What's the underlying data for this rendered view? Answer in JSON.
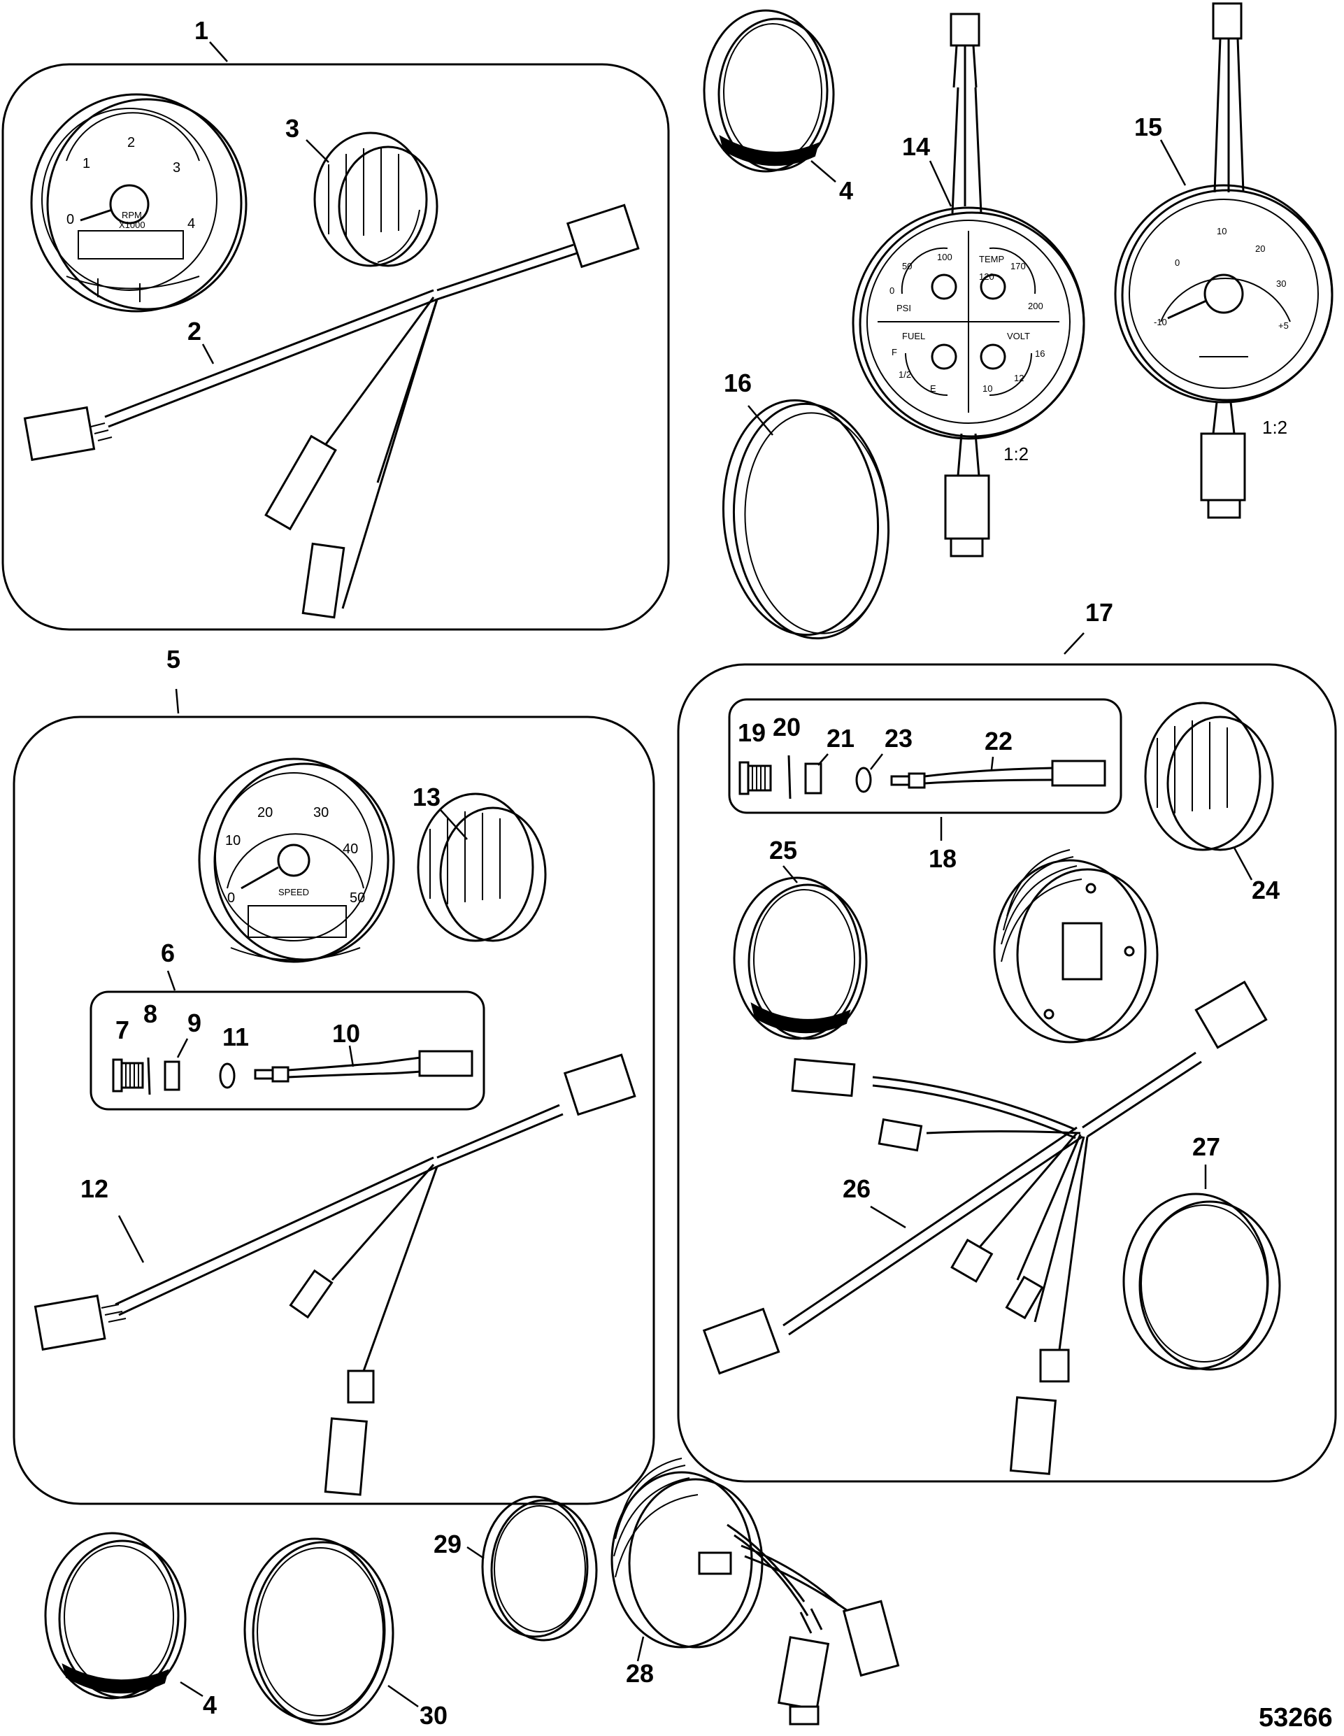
{
  "figure_number": "53266",
  "callouts": {
    "c1": "1",
    "c2": "2",
    "c3": "3",
    "c4a": "4",
    "c4b": "4",
    "c5": "5",
    "c6": "6",
    "c7": "7",
    "c8": "8",
    "c9": "9",
    "c10": "10",
    "c11": "11",
    "c12": "12",
    "c13": "13",
    "c14": "14",
    "c15": "15",
    "c16": "16",
    "c17": "17",
    "c18": "18",
    "c19": "19",
    "c20": "20",
    "c21": "21",
    "c22": "22",
    "c23": "23",
    "c24": "24",
    "c25": "25",
    "c26": "26",
    "c27": "27",
    "c28": "28",
    "c29": "29",
    "c30": "30"
  },
  "scale_labels": {
    "gauge14": "1:2",
    "gauge15": "1:2"
  },
  "tachometer": {
    "ticks": [
      "0",
      "1",
      "2",
      "3",
      "4"
    ],
    "unit": "RPM",
    "multiplier": "X1000"
  },
  "speedometer": {
    "ticks": [
      "0",
      "10",
      "20",
      "30",
      "40",
      "50"
    ],
    "unit": "SPEED"
  },
  "gauge_14": {
    "quadrants": [
      "PSI",
      "TEMP",
      "FUEL",
      "VOLT"
    ],
    "psi_ticks": [
      "0",
      "50",
      "100"
    ],
    "temp_ticks": [
      "120",
      "170",
      "200"
    ],
    "fuel_ticks": [
      "F",
      "1/2",
      "E"
    ],
    "volt_ticks": [
      "10",
      "12",
      "16"
    ]
  },
  "gauge_15": {
    "ticks": [
      "-10",
      "0",
      "10",
      "20",
      "30",
      "+5"
    ]
  }
}
